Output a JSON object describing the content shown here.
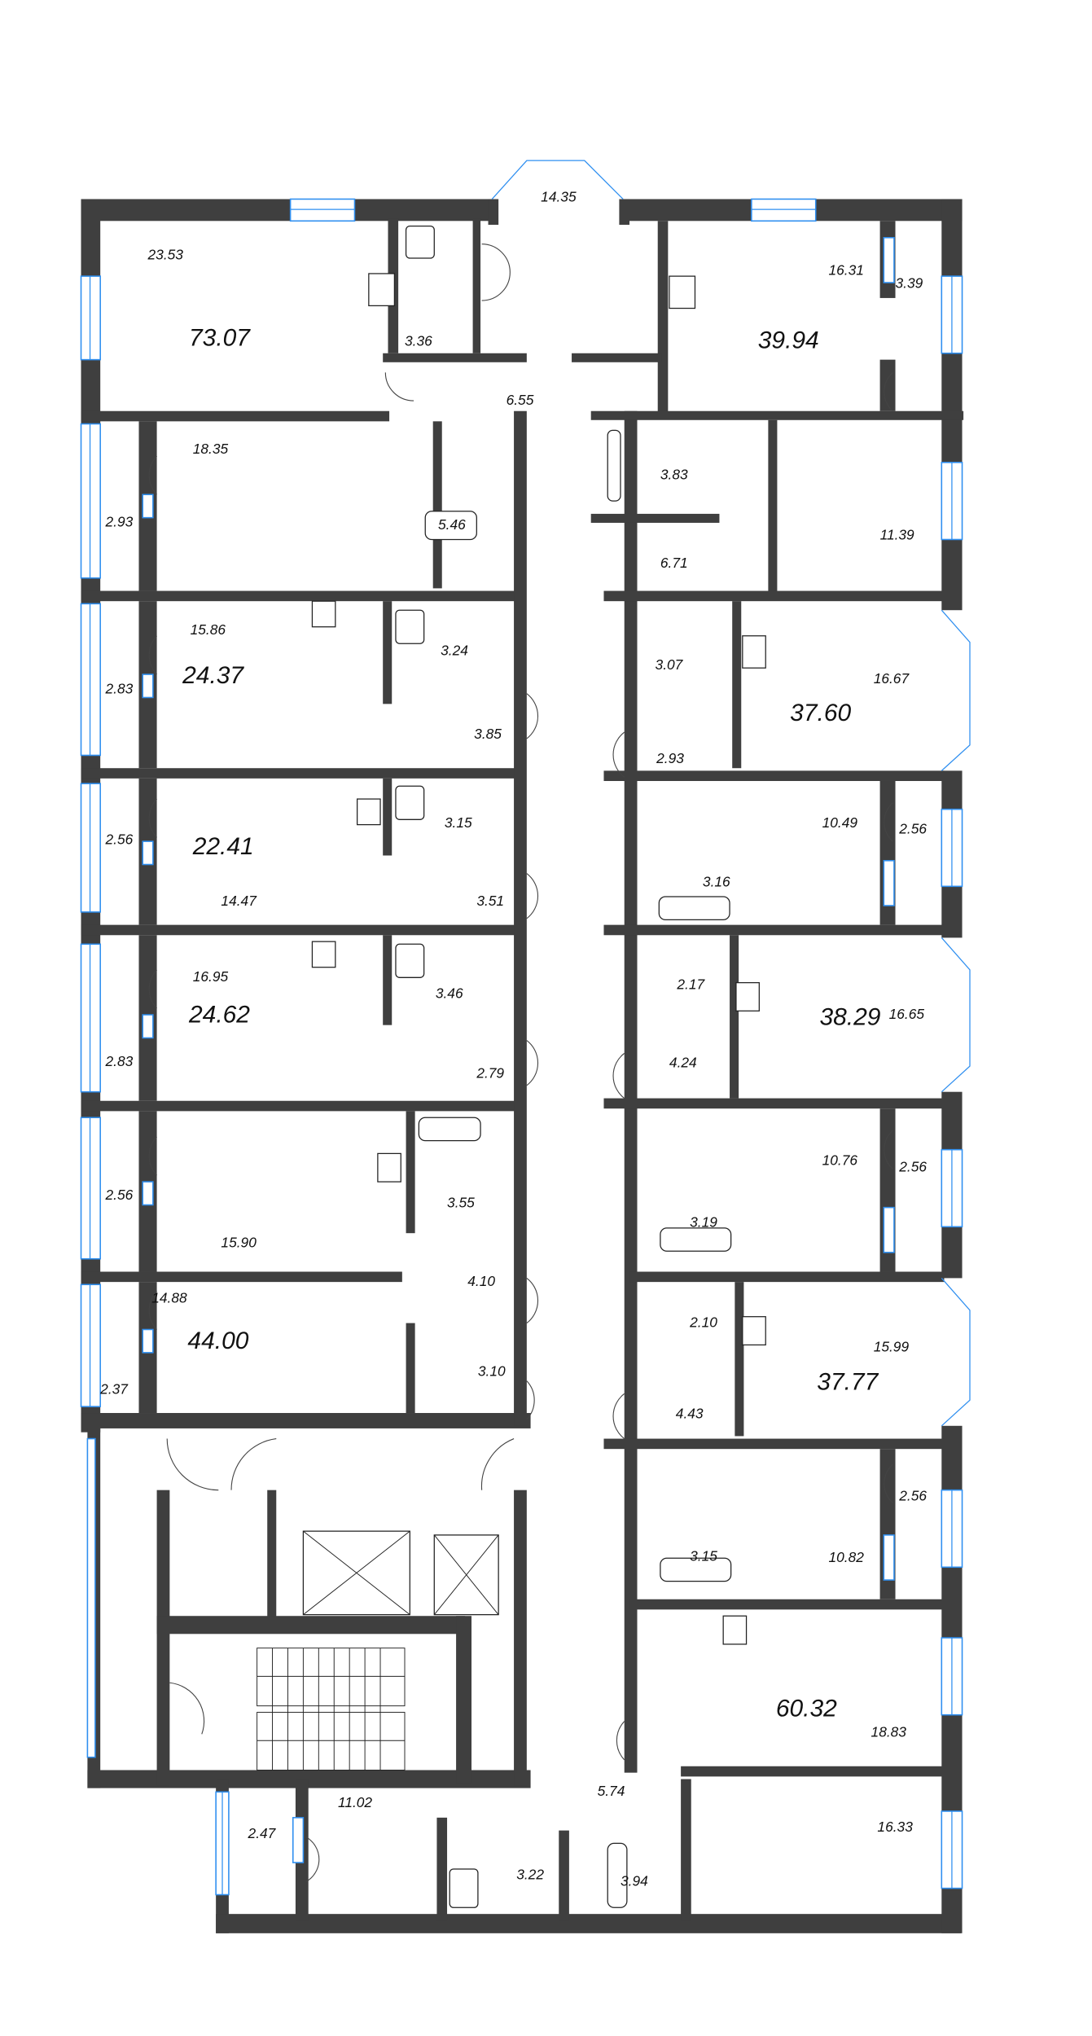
{
  "plan": {
    "title": "Floor plan",
    "colors": {
      "wall": "#3f3f3f",
      "window": "#2f8ff0",
      "background": "#ffffff"
    },
    "apartments": [
      {
        "id": "apt-73-07",
        "total_area": "73.07",
        "rooms": [
          "23.53",
          "3.36",
          "14.35",
          "6.55",
          "18.35",
          "2.93",
          "5.46"
        ]
      },
      {
        "id": "apt-39-94",
        "total_area": "39.94",
        "rooms": [
          "16.31",
          "3.39",
          "3.83",
          "6.71",
          "11.39"
        ]
      },
      {
        "id": "apt-24-37",
        "total_area": "24.37",
        "rooms": [
          "15.86",
          "2.83",
          "3.24",
          "3.85"
        ]
      },
      {
        "id": "apt-22-41",
        "total_area": "22.41",
        "rooms": [
          "14.47",
          "2.56",
          "3.15",
          "3.51"
        ]
      },
      {
        "id": "apt-24-62",
        "total_area": "24.62",
        "rooms": [
          "16.95",
          "2.83",
          "3.46",
          "2.79"
        ]
      },
      {
        "id": "apt-44-00",
        "total_area": "44.00",
        "rooms": [
          "15.90",
          "2.56",
          "3.55",
          "4.10",
          "14.88",
          "2.37",
          "3.10"
        ]
      },
      {
        "id": "apt-37-60",
        "total_area": "37.60",
        "rooms": [
          "16.67",
          "3.07",
          "2.93",
          "10.49",
          "2.56",
          "3.16"
        ]
      },
      {
        "id": "apt-38-29",
        "total_area": "38.29",
        "rooms": [
          "16.65",
          "2.17",
          "4.24",
          "10.76",
          "2.56",
          "3.19"
        ]
      },
      {
        "id": "apt-37-77",
        "total_area": "37.77",
        "rooms": [
          "15.99",
          "2.10",
          "4.43",
          "10.82",
          "2.56",
          "3.15"
        ]
      },
      {
        "id": "apt-60-32",
        "total_area": "60.32",
        "rooms": [
          "18.83",
          "5.74",
          "16.33",
          "11.02",
          "2.47",
          "3.22",
          "3.94"
        ]
      }
    ],
    "labels": {
      "big": {
        "a7307": "73.07",
        "a3994": "39.94",
        "a2437": "24.37",
        "a2241": "22.41",
        "a2462": "24.62",
        "a4400": "44.00",
        "a3760": "37.60",
        "a3829": "38.29",
        "a3777": "37.77",
        "a6032": "60.32"
      },
      "small": {
        "r2353": "23.53",
        "r1435": "14.35",
        "r336": "3.36",
        "r655": "6.55",
        "r1631": "16.31",
        "r339": "3.39",
        "r1835": "18.35",
        "r293a": "2.93",
        "r546": "5.46",
        "r383": "3.83",
        "r671": "6.71",
        "r1139": "11.39",
        "r1586": "15.86",
        "r283a": "2.83",
        "r324": "3.24",
        "r385": "3.85",
        "r307": "3.07",
        "r1667": "16.67",
        "r293b": "2.93",
        "r1447": "14.47",
        "r256a": "2.56",
        "r315a": "3.15",
        "r351": "3.51",
        "r1049": "10.49",
        "r256b": "2.56",
        "r316": "3.16",
        "r1695": "16.95",
        "r283b": "2.83",
        "r346": "3.46",
        "r279": "2.79",
        "r217": "2.17",
        "r1665": "16.65",
        "r424": "4.24",
        "r256c": "2.56",
        "r355": "3.55",
        "r1590": "15.90",
        "r410": "4.10",
        "r1076": "10.76",
        "r256d": "2.56",
        "r319": "3.19",
        "r1488": "14.88",
        "r237": "2.37",
        "r310": "3.10",
        "r210": "2.10",
        "r1599": "15.99",
        "r443": "4.43",
        "r256e": "2.56",
        "r315b": "3.15",
        "r1082": "10.82",
        "r1883": "18.83",
        "r574": "5.74",
        "r1633": "16.33",
        "r1102": "11.02",
        "r247": "2.47",
        "r322": "3.22",
        "r394": "3.94"
      }
    }
  }
}
